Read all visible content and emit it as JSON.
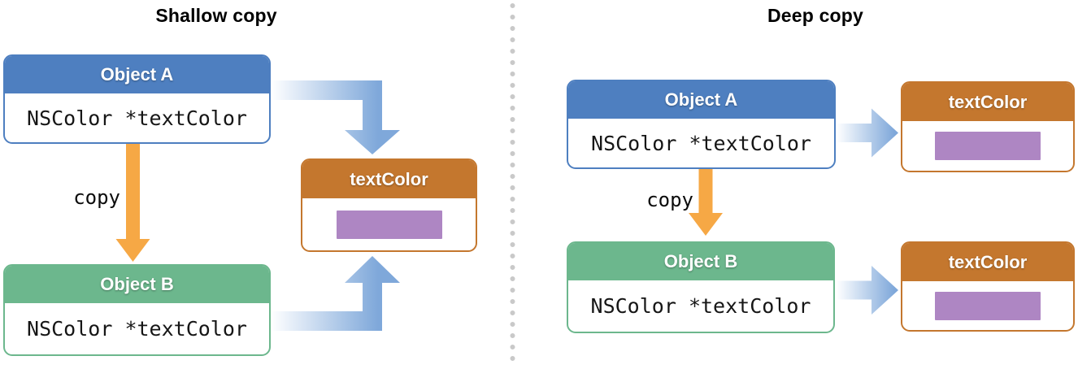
{
  "panels": {
    "shallow": {
      "title": "Shallow copy",
      "object_a": {
        "title": "Object A",
        "field": "NSColor *textColor"
      },
      "object_b": {
        "title": "Object B",
        "field": "NSColor *textColor"
      },
      "copy_label": "copy",
      "textcolor": {
        "title": "textColor"
      }
    },
    "deep": {
      "title": "Deep copy",
      "object_a": {
        "title": "Object A",
        "field": "NSColor *textColor"
      },
      "object_b": {
        "title": "Object B",
        "field": "NSColor *textColor"
      },
      "copy_label": "copy",
      "textcolor_a": {
        "title": "textColor"
      },
      "textcolor_b": {
        "title": "textColor"
      }
    }
  },
  "colors": {
    "object_header_blue": "#4e7fc0",
    "object_header_green": "#6cb78d",
    "textcolor_header_orange": "#c4772e",
    "swatch_purple": "#ae86c3",
    "copy_arrow_orange": "#f6a845",
    "pointer_arrow_blue": "#7fa8da",
    "pointer_arrow_light": "#fdfeff",
    "divider_dot_gray": "#c9c9c9"
  },
  "icons": {
    "copy_arrow": "down-arrow-icon",
    "pointer_arrow": "pointer-arrow-icon"
  }
}
